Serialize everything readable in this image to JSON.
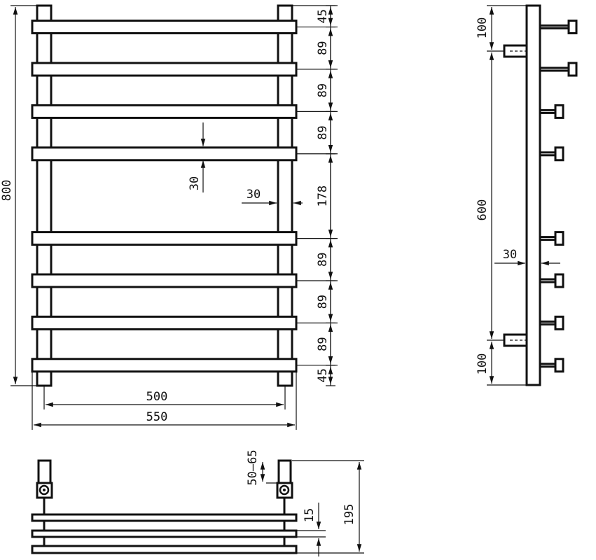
{
  "front_view": {
    "height": "800",
    "width_inner": "500",
    "width_outer": "550",
    "rungs": [
      "45",
      "89",
      "89",
      "89",
      "178",
      "89",
      "89",
      "89",
      "45"
    ],
    "rung_thickness": "30",
    "side_bar_width": "30"
  },
  "side_view": {
    "top_offset": "100",
    "center_distance": "600",
    "bottom_offset": "100",
    "gap": "30"
  },
  "bottom_view": {
    "offset": "50–65",
    "rung_depth": "15",
    "total_depth": "195"
  }
}
